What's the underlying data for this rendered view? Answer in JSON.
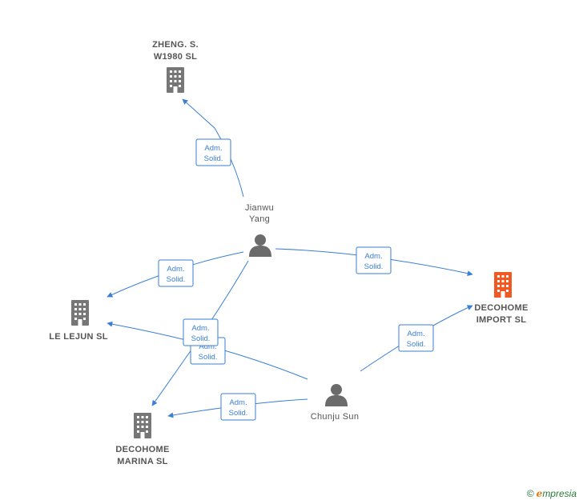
{
  "colors": {
    "edge": "#3a7fd5",
    "company": "#777777",
    "focus_company": "#f05a22",
    "person": "#6b6b6b"
  },
  "nodes": {
    "zheng": {
      "lines": [
        "ZHENG.  S.",
        "W1980  SL"
      ],
      "kind": "company"
    },
    "jianwu": {
      "lines": [
        "Jianwu",
        "Yang"
      ],
      "kind": "person"
    },
    "lelejun": {
      "lines": [
        "LE LEJUN SL"
      ],
      "kind": "company"
    },
    "decohome_import": {
      "lines": [
        "DECOHOME",
        "IMPORT  SL"
      ],
      "kind": "focus-company"
    },
    "decohome_marina": {
      "lines": [
        "DECOHOME",
        "MARINA  SL"
      ],
      "kind": "company"
    },
    "chunju": {
      "lines": [
        "Chunju Sun"
      ],
      "kind": "person"
    }
  },
  "edges": [
    {
      "id": "jianwu-zheng",
      "label": [
        "Adm.",
        "Solid."
      ]
    },
    {
      "id": "jianwu-lelejun",
      "label": [
        "Adm.",
        "Solid."
      ]
    },
    {
      "id": "jianwu-import",
      "label": [
        "Adm.",
        "Solid."
      ]
    },
    {
      "id": "jianwu-marina",
      "label": [
        "Adm.",
        "Solid."
      ]
    },
    {
      "id": "chunju-lelejun",
      "label": [
        "Adm.",
        "Solid."
      ]
    },
    {
      "id": "chunju-import",
      "label": [
        "Adm.",
        "Solid."
      ]
    },
    {
      "id": "chunju-marina",
      "label": [
        "Adm.",
        "Solid."
      ]
    }
  ],
  "watermark": {
    "copyright": "©",
    "brand_e": "e",
    "brand_rest": "mpresia"
  }
}
